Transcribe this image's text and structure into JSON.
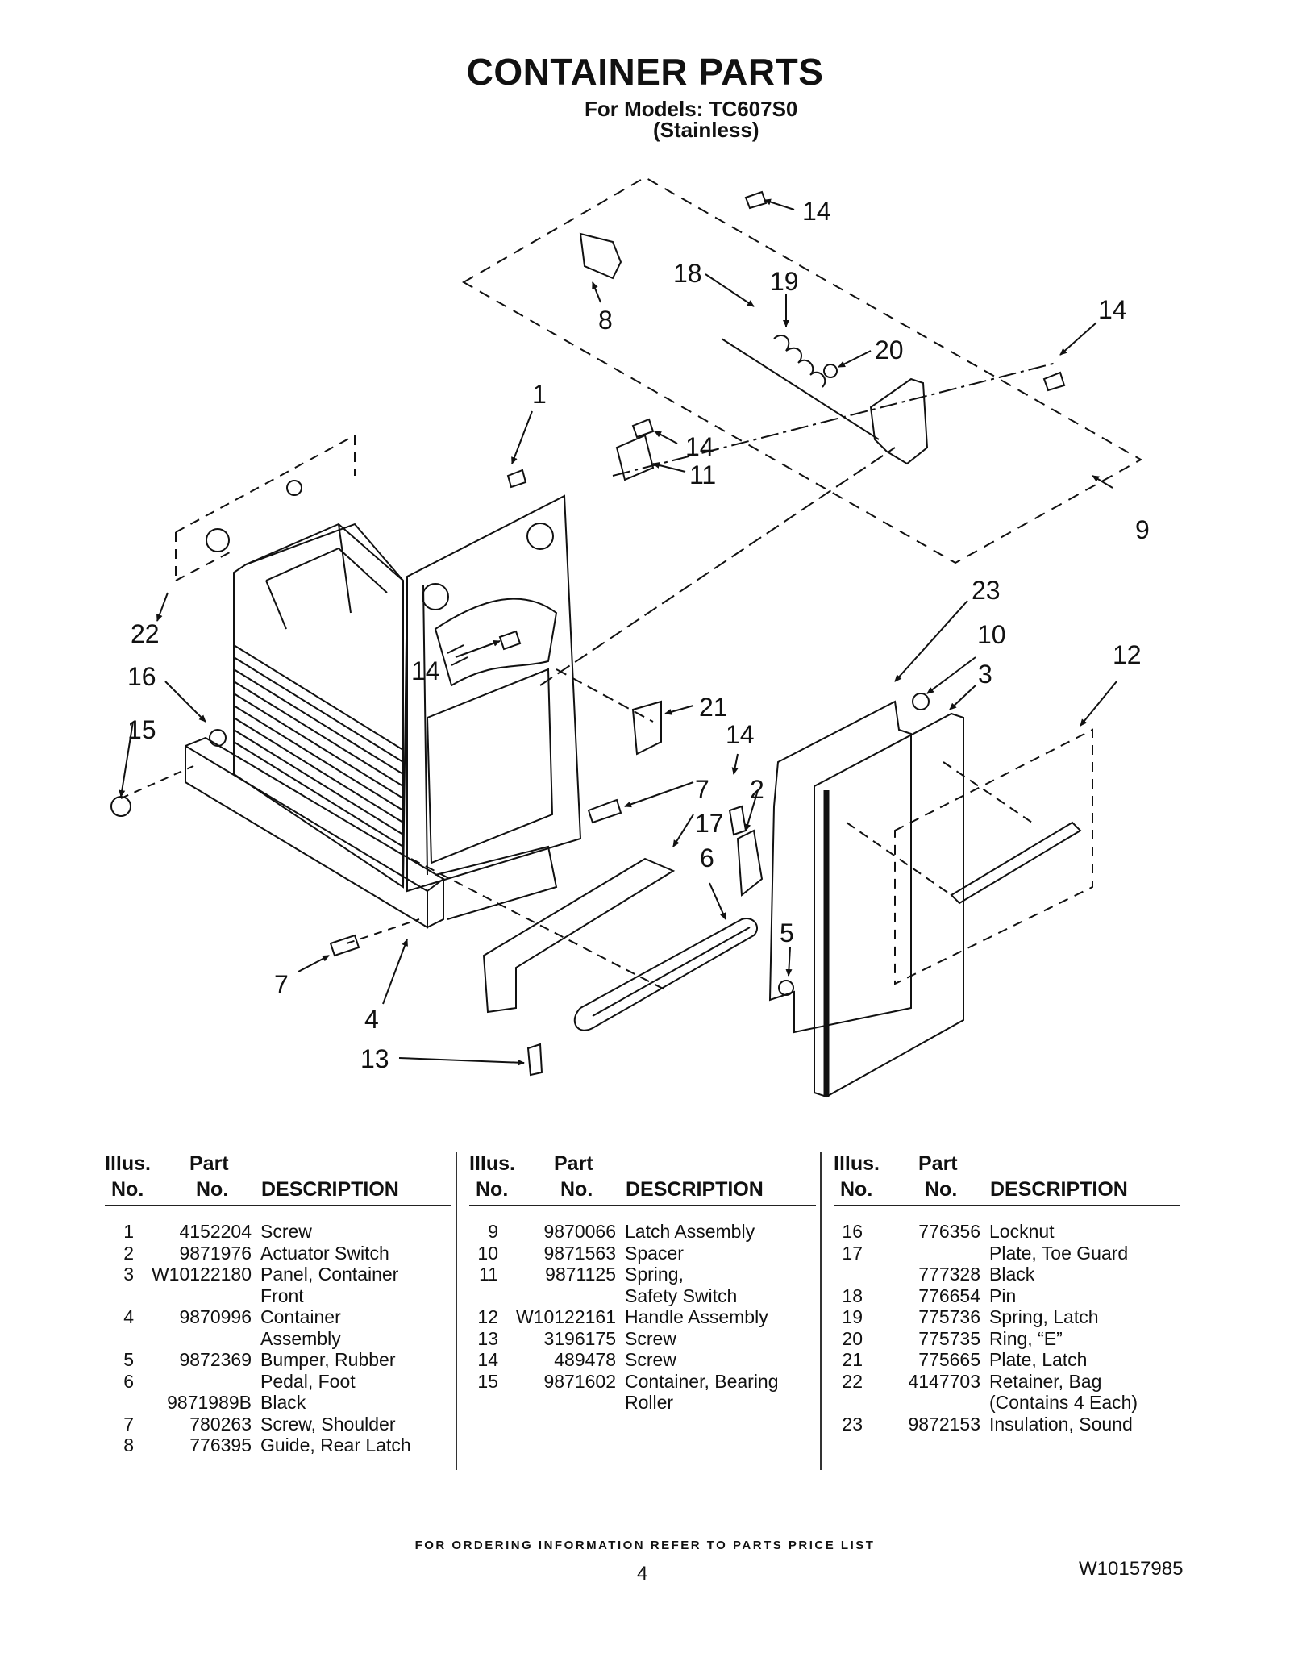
{
  "header": {
    "title": "CONTAINER PARTS",
    "models_line": "For Models: TC607S0",
    "finish_line": "(Stainless)"
  },
  "callouts": [
    "14",
    "8",
    "18",
    "19",
    "14",
    "20",
    "1",
    "14",
    "11",
    "9",
    "22",
    "16",
    "15",
    "14",
    "23",
    "10",
    "3",
    "12",
    "21",
    "14",
    "7",
    "2",
    "17",
    "6",
    "5",
    "7",
    "4",
    "13"
  ],
  "table": {
    "columns": {
      "illus": "Illus.",
      "no": "No.",
      "part": "Part",
      "description": "DESCRIPTION"
    },
    "groups": [
      {
        "rows": [
          {
            "illus": "1",
            "part": "4152204",
            "desc": "Screw"
          },
          {
            "illus": "2",
            "part": "9871976",
            "desc": "Actuator Switch"
          },
          {
            "illus": "3",
            "part": "W10122180",
            "desc": "Panel, Container\nFront"
          },
          {
            "illus": "4",
            "part": "9870996",
            "desc": "Container\nAssembly"
          },
          {
            "illus": "5",
            "part": "9872369",
            "desc": "Bumper, Rubber"
          },
          {
            "illus": "6",
            "part": "",
            "desc": "Pedal, Foot"
          },
          {
            "illus": "",
            "part": "9871989B",
            "desc": "Black"
          },
          {
            "illus": "7",
            "part": "780263",
            "desc": "Screw, Shoulder"
          },
          {
            "illus": "8",
            "part": "776395",
            "desc": "Guide, Rear Latch"
          }
        ]
      },
      {
        "rows": [
          {
            "illus": "9",
            "part": "9870066",
            "desc": "Latch Assembly"
          },
          {
            "illus": "10",
            "part": "9871563",
            "desc": "Spacer"
          },
          {
            "illus": "11",
            "part": "9871125",
            "desc": "Spring,\nSafety Switch"
          },
          {
            "illus": "12",
            "part": "W10122161",
            "desc": "Handle Assembly"
          },
          {
            "illus": "13",
            "part": "3196175",
            "desc": "Screw"
          },
          {
            "illus": "14",
            "part": "489478",
            "desc": "Screw"
          },
          {
            "illus": "15",
            "part": "9871602",
            "desc": "Container, Bearing\nRoller"
          }
        ]
      },
      {
        "rows": [
          {
            "illus": "16",
            "part": "776356",
            "desc": "Locknut"
          },
          {
            "illus": "17",
            "part": "",
            "desc": "Plate, Toe Guard"
          },
          {
            "illus": "",
            "part": "777328",
            "desc": "Black"
          },
          {
            "illus": "18",
            "part": "776654",
            "desc": "Pin"
          },
          {
            "illus": "19",
            "part": "775736",
            "desc": "Spring, Latch"
          },
          {
            "illus": "20",
            "part": "775735",
            "desc": "Ring, “E”"
          },
          {
            "illus": "21",
            "part": "775665",
            "desc": "Plate, Latch"
          },
          {
            "illus": "22",
            "part": "4147703",
            "desc": "Retainer, Bag\n(Contains 4 Each)"
          },
          {
            "illus": "23",
            "part": "9872153",
            "desc": "Insulation, Sound"
          }
        ]
      }
    ]
  },
  "footer": {
    "ordering_note": "FOR ORDERING INFORMATION REFER TO PARTS PRICE LIST",
    "page_number": "4",
    "document_number": "W10157985"
  }
}
